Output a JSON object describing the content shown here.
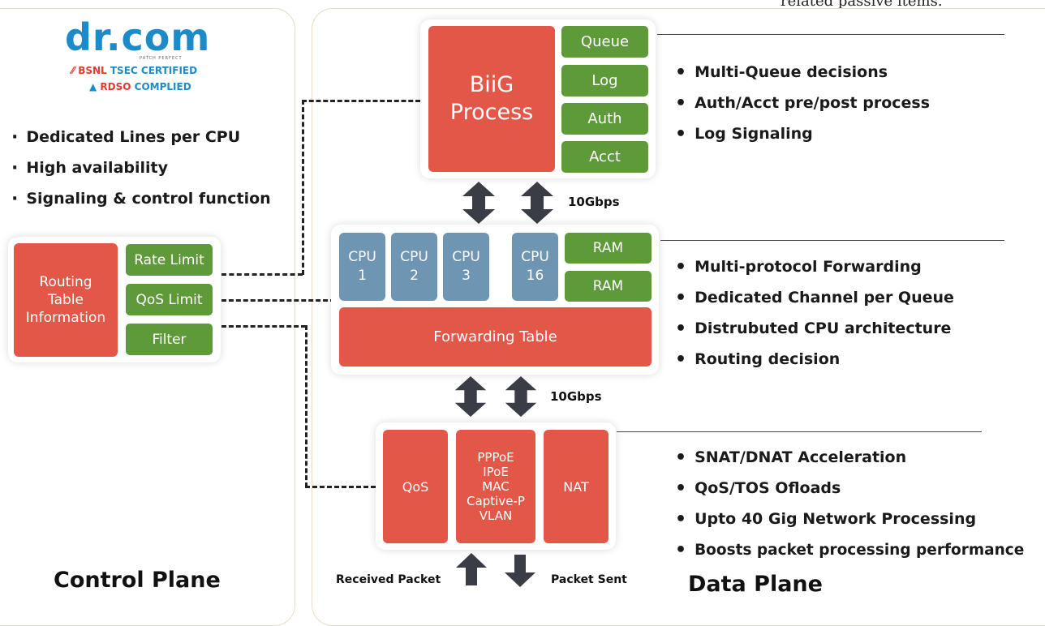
{
  "top_caption": "related passive items.",
  "logo": {
    "brand": "dr.com",
    "tagline": "PATCH PERFECT",
    "cert1_prefix": "BSNL",
    "cert1_highlight": "TSEC CERTIFIED",
    "cert2_prefix": "RDSO",
    "cert2_highlight": "COMPLIED"
  },
  "control_plane": {
    "title": "Control Plane",
    "bullets": [
      "Dedicated Lines per CPU",
      "High availability",
      "Signaling & control function"
    ],
    "routing_table": "Routing Table Information",
    "rate_limit": "Rate Limit",
    "qos_limit": "QoS Limit",
    "filter": "Filter"
  },
  "data_plane": {
    "title": "Data Plane",
    "biig": {
      "title": "BiiG Process",
      "modules": [
        "Queue",
        "Log",
        "Auth",
        "Acct"
      ],
      "bullets": [
        "Multi-Queue decisions",
        "Auth/Acct pre/post process",
        "Log Signaling"
      ]
    },
    "link_speed_1": "10Gbps",
    "forwarding": {
      "cpus": [
        {
          "name": "CPU",
          "num": "1"
        },
        {
          "name": "CPU",
          "num": "2"
        },
        {
          "name": "CPU",
          "num": "3"
        },
        {
          "name": "CPU",
          "num": "16"
        }
      ],
      "ram": [
        "RAM",
        "RAM"
      ],
      "table": "Forwarding Table",
      "bullets": [
        "Multi-protocol Forwarding",
        "Dedicated Channel per Queue",
        "Distrubuted CPU architecture",
        "Routing decision"
      ]
    },
    "link_speed_2": "10Gbps",
    "network": {
      "qos": "QoS",
      "protocols": [
        "PPPoE",
        "IPoE",
        "MAC",
        "Captive-P",
        "VLAN"
      ],
      "nat": "NAT",
      "bullets": [
        "SNAT/DNAT Acceleration",
        "QoS/TOS Ofloads",
        "Upto 40 Gig Network Processing",
        "Boosts packet processing performance"
      ]
    },
    "received_packet": "Received Packet",
    "packet_sent": "Packet Sent"
  },
  "colors": {
    "red": "#e25747",
    "green": "#5f9a3a",
    "cpu_blue": "#6e96b3",
    "logo_blue": "#1e8bc9",
    "logo_red": "#e23a2d"
  }
}
